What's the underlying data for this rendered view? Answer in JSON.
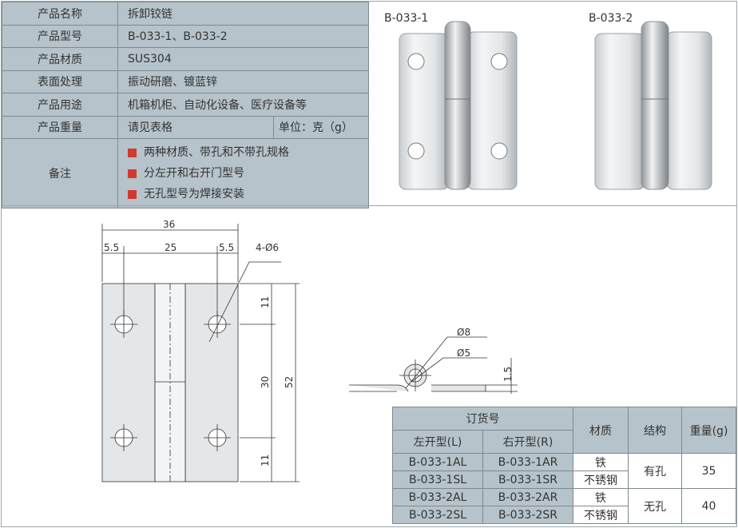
{
  "spec": {
    "rows": [
      {
        "label": "产品名称",
        "value": "拆卸铰链"
      },
      {
        "label": "产品型号",
        "value": "B-033-1、B-033-2"
      },
      {
        "label": "产品材质",
        "value": "SUS304"
      },
      {
        "label": "表面处理",
        "value": "振动研磨、镀蓝锌"
      },
      {
        "label": "产品用途",
        "value": "机箱机柜、自动化设备、医疗设备等"
      },
      {
        "label": "产品重量",
        "value": "请见表格",
        "unit": "单位：克（g）"
      }
    ],
    "notes_label": "备注",
    "notes": [
      "两种材质、带孔和不带孔规格",
      "分左开和右开门型号",
      "无孔型号为焊接安装"
    ],
    "bullet_color": "#d03a2f"
  },
  "photos": [
    {
      "label": "B-033-1"
    },
    {
      "label": "B-033-2"
    }
  ],
  "drawing": {
    "dims": {
      "total_width": "36",
      "left_margin": "5.5",
      "hole_spacing_h": "25",
      "right_margin": "5.5",
      "holes": "4-Ø6",
      "top": "11",
      "middle": "30",
      "bottom": "11",
      "height": "52",
      "outer_dia": "Ø8",
      "inner_dia": "Ø5",
      "thickness": "1.5"
    }
  },
  "order_table": {
    "header_group": "订货号",
    "left_col": "左开型(L)",
    "right_col": "右开型(R)",
    "material_col": "材质",
    "structure_col": "结构",
    "weight_col": "重量(g)",
    "rows": [
      {
        "left": "B-033-1AL",
        "right": "B-033-1AR",
        "material": "铁"
      },
      {
        "left": "B-033-1SL",
        "right": "B-033-1SR",
        "material": "不锈钢"
      },
      {
        "left": "B-033-2AL",
        "right": "B-033-2AR",
        "material": "铁"
      },
      {
        "left": "B-033-2SL",
        "right": "B-033-2SR",
        "material": "不锈钢"
      }
    ],
    "groups": [
      {
        "structure": "有孔",
        "weight": "35"
      },
      {
        "structure": "无孔",
        "weight": "40"
      }
    ]
  }
}
